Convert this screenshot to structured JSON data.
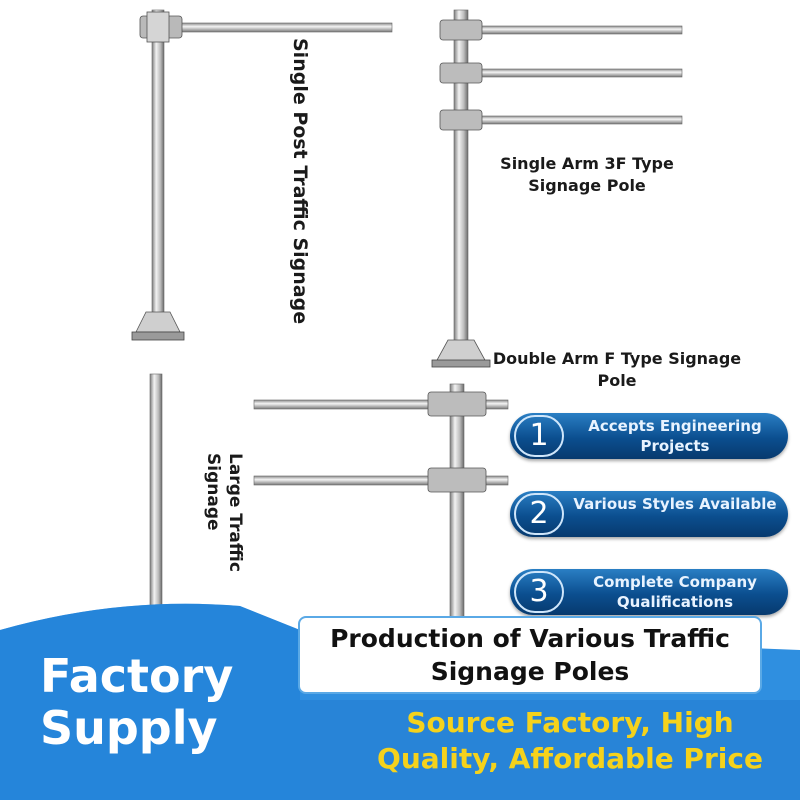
{
  "captions": {
    "single_post": "Single Post Traffic Signage",
    "single_arm": "Single Arm 3F Type Signage Pole",
    "double_arm": "Double Arm F Type Signage Pole",
    "large": "Large Traffic Signage"
  },
  "features": [
    {
      "number": "1",
      "text": "Accepts Engineering Projects"
    },
    {
      "number": "2",
      "text": "Various Styles Available"
    },
    {
      "number": "3",
      "text": "Complete Company Qualifications"
    }
  ],
  "banner": {
    "headline": "Factory Supply",
    "product": "Production of Various Traffic Signage Poles",
    "slogan": "Source Factory, High Quality, Affordable Price"
  },
  "colors": {
    "banner_blue": "#2f8fe0",
    "pill_blue": "#0b4e8f",
    "slogan_yellow": "#f5d21c"
  }
}
